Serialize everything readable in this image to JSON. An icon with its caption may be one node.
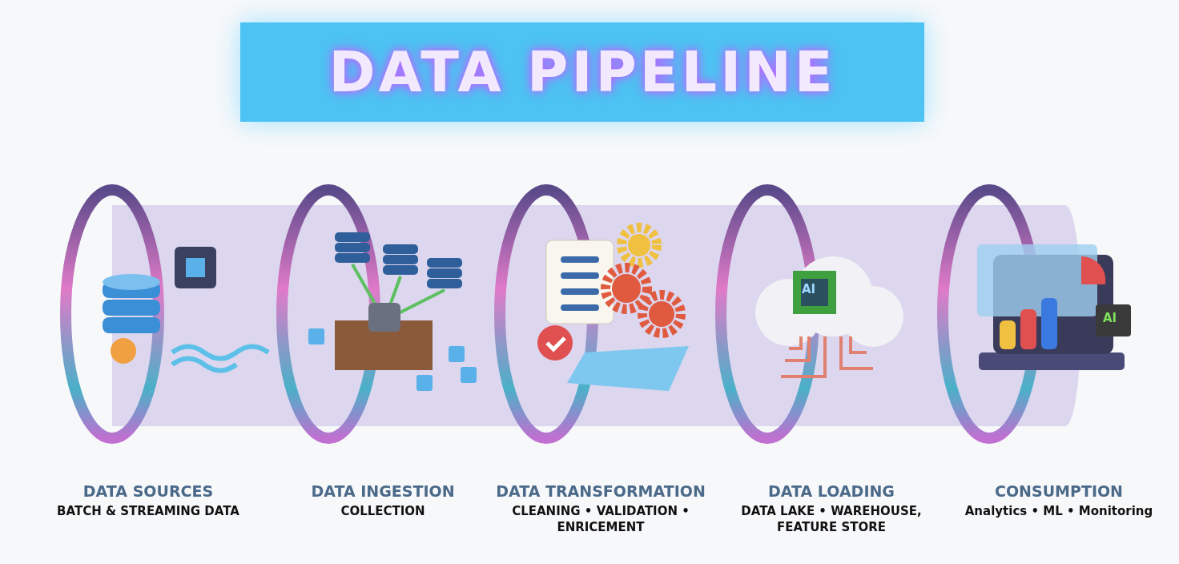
{
  "diagram": {
    "title": "DATA PIPELINE",
    "nodes": [
      {
        "text": [
          "DATA SOURCES",
          "BATCH & STREAMING DATA"
        ]
      },
      {
        "text": [
          "DATA INGESTION",
          "COLLECTION"
        ]
      },
      {
        "text": [
          "DATA TRANSFORMATION",
          "CLEANING • VALIDATION • ENRICEMENT"
        ]
      },
      {
        "text": [
          "DATA LOADING",
          "DATA LAKE • WAREHOUSE, FEATURE STORE"
        ]
      },
      {
        "text": [
          "CONSUMPTION",
          "Analytics • ML • Monitoring"
        ]
      }
    ],
    "labels": [
      "AI",
      "AI"
    ]
  }
}
